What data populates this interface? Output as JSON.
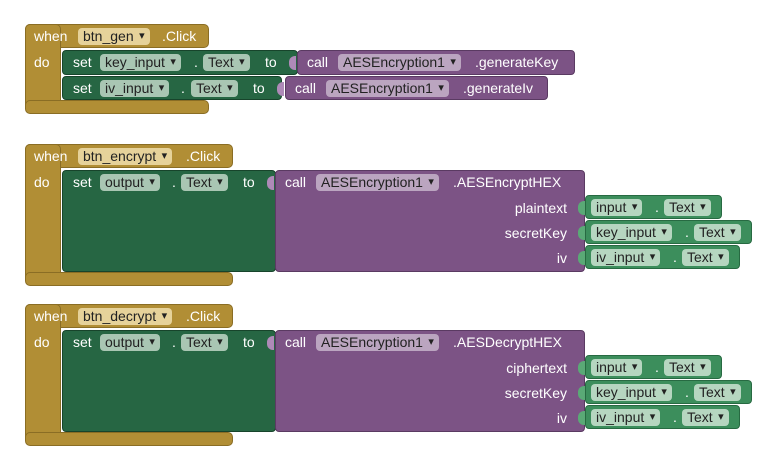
{
  "common": {
    "when": "when",
    "do": "do",
    "click": ".Click",
    "set": "set",
    "dot": ".",
    "to": "to",
    "call": "call",
    "text_prop": "Text",
    "component": "AESEncryption1"
  },
  "block1": {
    "button": "btn_gen",
    "set1_target": "key_input",
    "set1_method": ".generateKey",
    "set2_target": "iv_input",
    "set2_method": ".generateIv"
  },
  "block2": {
    "button": "btn_encrypt",
    "target": "output",
    "method": ".AESEncryptHEX",
    "arg1_label": "plaintext",
    "arg2_label": "secretKey",
    "arg3_label": "iv",
    "arg1_comp": "input",
    "arg2_comp": "key_input",
    "arg3_comp": "iv_input"
  },
  "block3": {
    "button": "btn_decrypt",
    "target": "output",
    "method": ".AESDecryptHEX",
    "arg1_label": "ciphertext",
    "arg2_label": "secretKey",
    "arg3_label": "iv",
    "arg1_comp": "input",
    "arg2_comp": "key_input",
    "arg3_comp": "iv_input"
  },
  "colors": {
    "event": "#b18e35",
    "setter": "#266643",
    "procedure": "#7c5385",
    "getter": "#3c8e5c"
  }
}
